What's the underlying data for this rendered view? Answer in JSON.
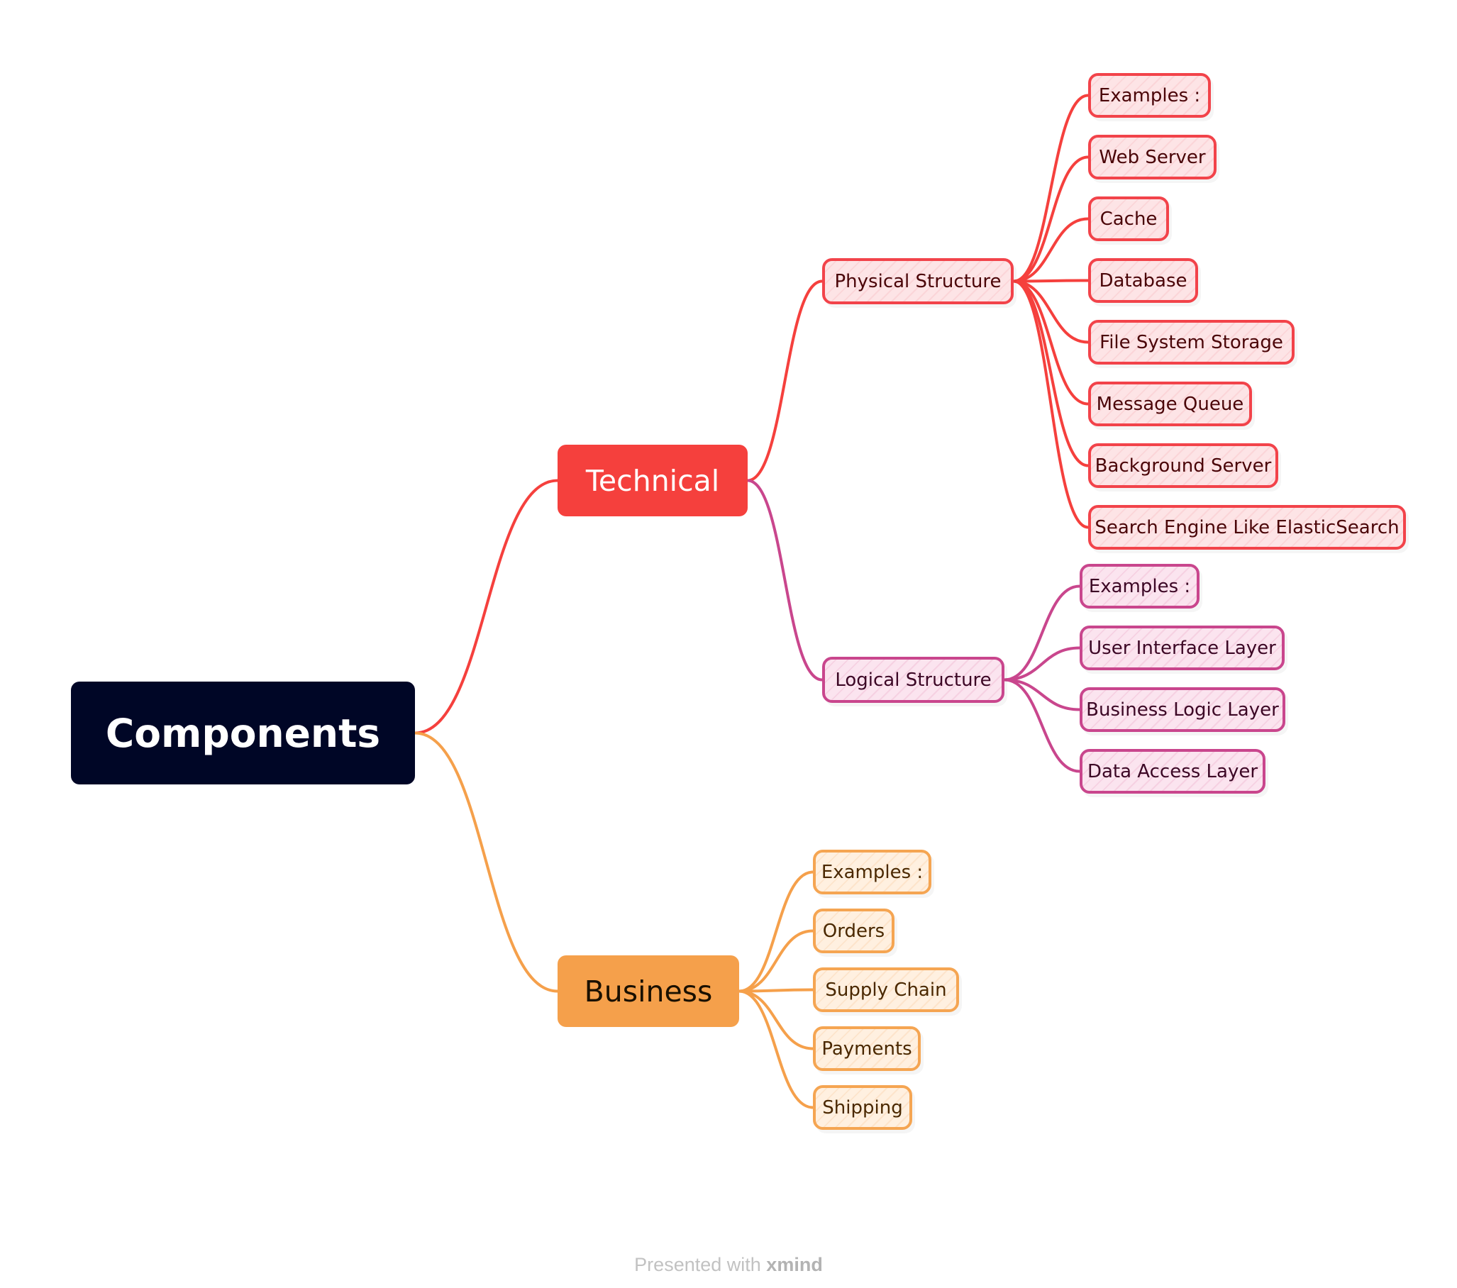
{
  "colors": {
    "root": "#000626",
    "technical": "#f5403d",
    "logical": "#c9468d",
    "business": "#f5a04b",
    "background": "#ffffff"
  },
  "root": {
    "label": "Components"
  },
  "technical": {
    "label": "Technical",
    "physical": {
      "label": "Physical Structure",
      "children": [
        "Examples :",
        "Web Server",
        "Cache",
        "Database",
        "File System Storage",
        "Message Queue",
        "Background Server",
        "Search Engine Like ElasticSearch"
      ]
    },
    "logical": {
      "label": "Logical Structure",
      "children": [
        "Examples :",
        "User Interface Layer",
        "Business Logic Layer",
        "Data Access Layer"
      ]
    }
  },
  "business": {
    "label": "Business",
    "children": [
      "Examples :",
      "Orders",
      "Supply Chain",
      "Payments",
      "Shipping"
    ]
  },
  "footer": {
    "prefix": "Presented with",
    "brand": "xmind"
  }
}
